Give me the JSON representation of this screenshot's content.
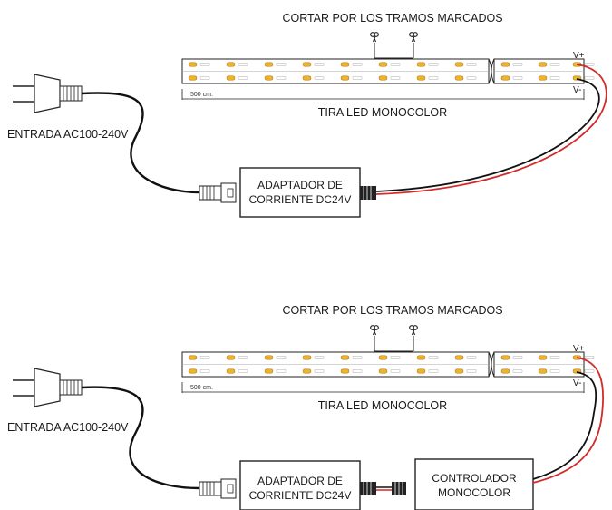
{
  "diagrams": [
    {
      "cut_label": "CORTAR  POR LOS TRAMOS MARCADOS",
      "length_label": "500 cm.",
      "strip_label": "TIRA LED MONOCOLOR",
      "input_label": "ENTRADA AC100-240V",
      "adapter_label": [
        "ADAPTADOR DE",
        "CORRIENTE DC24V"
      ],
      "v_plus": "V+",
      "v_minus": "V-",
      "controller_label": null
    },
    {
      "cut_label": "CORTAR  POR LOS TRAMOS MARCADOS",
      "length_label": "500 cm.",
      "strip_label": "TIRA LED MONOCOLOR",
      "input_label": "ENTRADA AC100-240V",
      "adapter_label": [
        "ADAPTADOR DE",
        "CORRIENTE DC24V"
      ],
      "v_plus": "V+",
      "v_minus": "V-",
      "controller_label": [
        "CONTROLADOR",
        "MONOCOLOR"
      ]
    }
  ],
  "colors": {
    "cable": "#111111",
    "positive_wire": "#d42a2a",
    "led": "#f0b429",
    "outline": "#222222"
  }
}
